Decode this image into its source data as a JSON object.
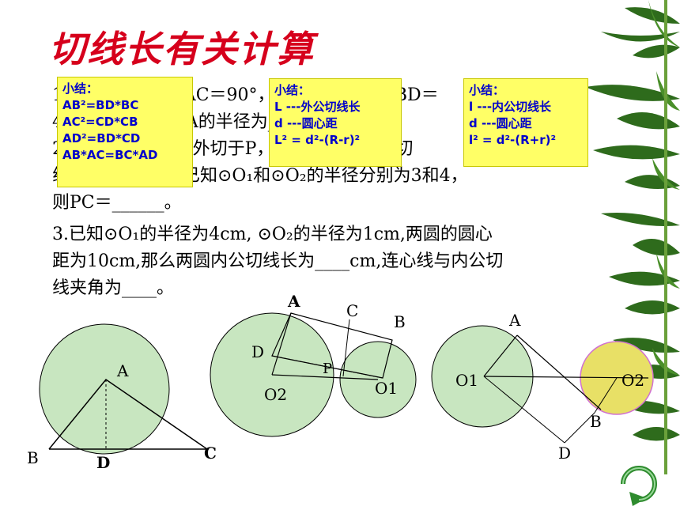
{
  "title": "切线长有关计算",
  "problems": {
    "line1": "1.△ABC中，∠BAC＝90°，⊙A切BC于D，BD＝",
    "line2": "4，DC＝9，则⊙A的半径为______。",
    "line3": "2.已知⊙O₁和⊙O₂外切于P，内公切线与外公切",
    "line4": "线切点为B、C，已知⊙O₁和⊙O₂的半径分别为3和4，",
    "line5": "则PC＝______。",
    "line6": "3.已知⊙O₁的半径为4cm, ⊙O₂的半径为1cm,两圆的圆心",
    "line7": "距为10cm,那么两圆内公切线长为____cm,连心线与内公切",
    "line8": "线夹角为____。"
  },
  "notes": [
    {
      "title": "小结：",
      "lines": [
        "AB²=BD*BC",
        "AC²=CD*CB",
        "AD²=BD*CD",
        "AB*AC=BC*AD"
      ]
    },
    {
      "title": "小结：",
      "lines": [
        "L ---外公切线长",
        "d ---圆心距",
        "L² = d²-(R-r)²"
      ]
    },
    {
      "title": "小结：",
      "lines": [
        "l ---内公切线长",
        "d ---圆心距",
        "l² = d²-(R+r)²"
      ]
    }
  ],
  "figure1": {
    "A": "A",
    "B": "B",
    "C": "C",
    "D": "D"
  },
  "figure2": {
    "A": "A",
    "B": "B",
    "C": "C",
    "D": "D",
    "P": "P",
    "O1": "O1",
    "O2": "O2"
  },
  "figure3": {
    "A": "A",
    "B": "B",
    "D": "D",
    "O1": "O1",
    "O2": "O2"
  },
  "colors": {
    "title": "#d6001c",
    "circle_fill": "#c8e6c0",
    "note_bg": "#ffff66",
    "note_text": "#0000cc",
    "highlight_circle": "#e8e066"
  }
}
